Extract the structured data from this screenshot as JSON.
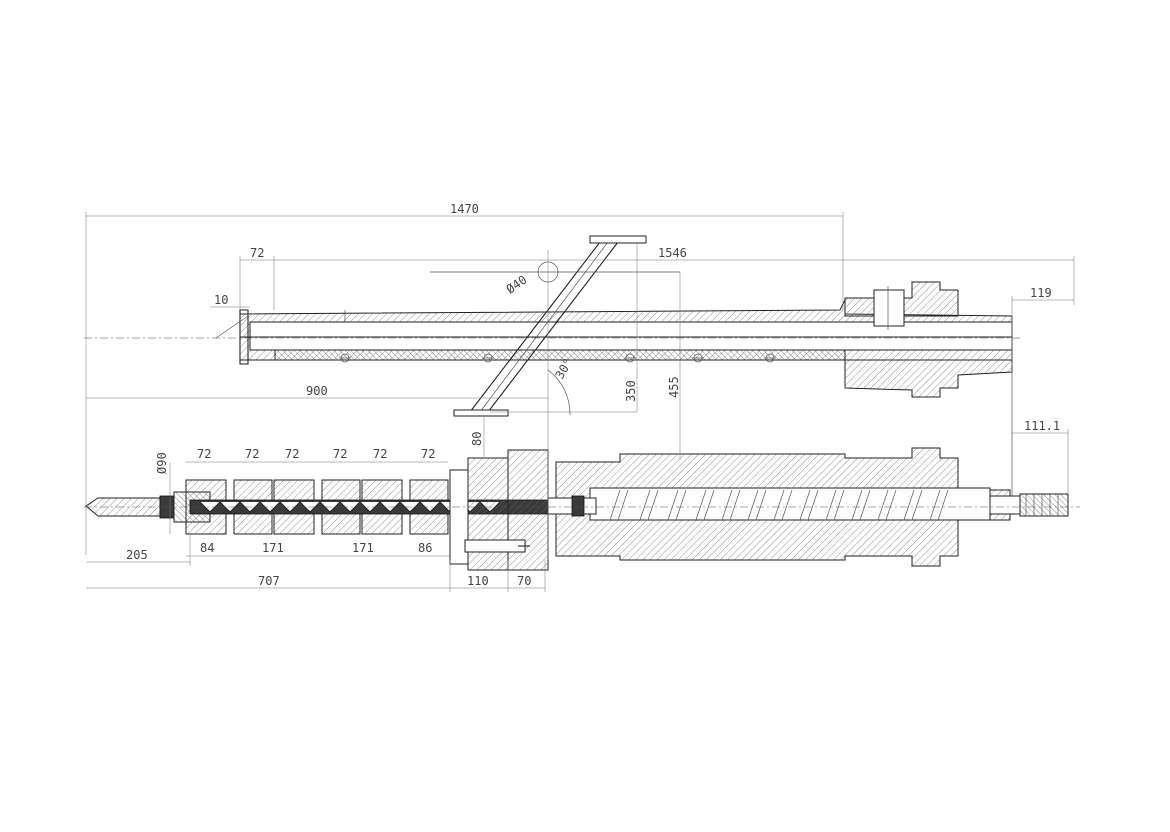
{
  "drawing": {
    "dimensions": {
      "d1470": "1470",
      "d1546": "1546",
      "d72_top": "72",
      "d10": "10",
      "d119": "119",
      "d40": "Ø40",
      "d900": "900",
      "d350": "350",
      "d455": "455",
      "d80": "80",
      "d111": "111.1",
      "d90": "Ø90",
      "d205": "205",
      "d707": "707",
      "d110": "110",
      "d70": "70",
      "d84": "84",
      "d171a": "171",
      "d171b": "171",
      "d86": "86",
      "heater72": [
        "72",
        "72",
        "72",
        "72",
        "72",
        "72"
      ],
      "angle": "30°"
    }
  }
}
